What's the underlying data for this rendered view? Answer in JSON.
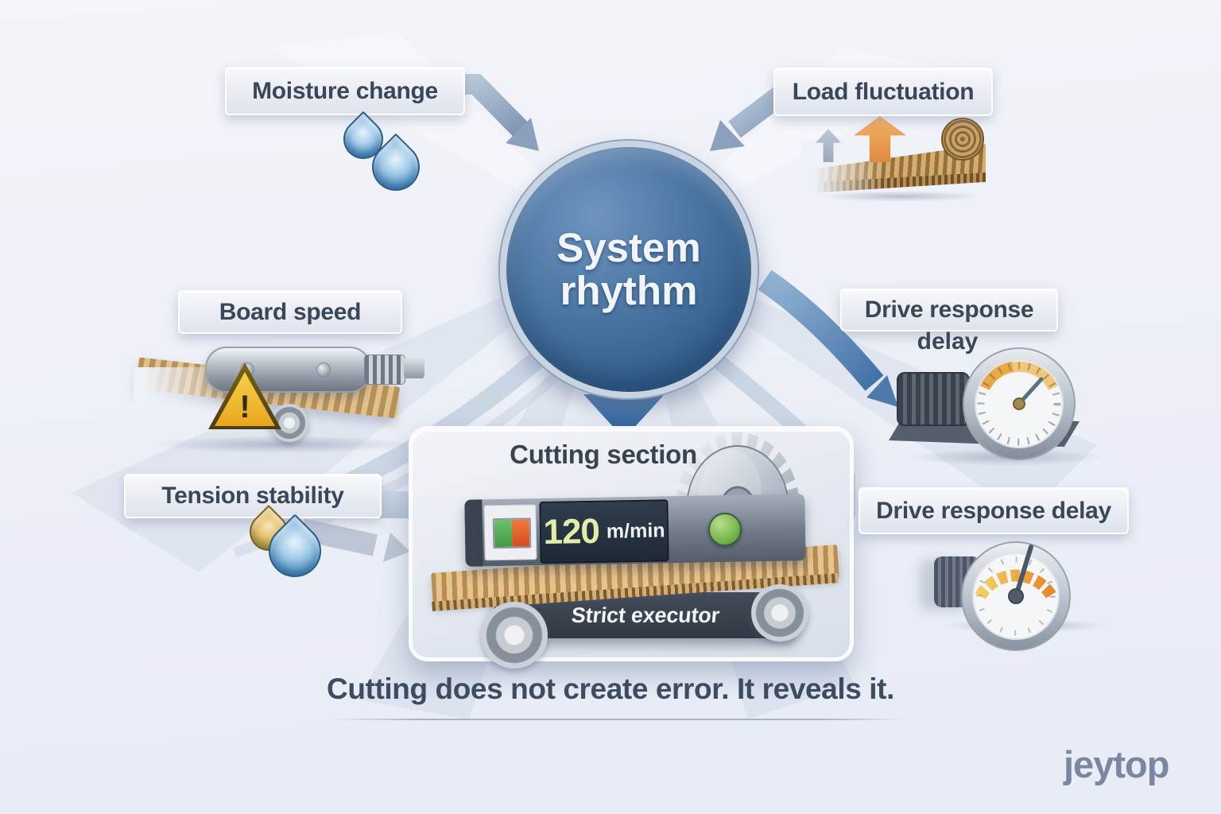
{
  "hub": {
    "line1": "System",
    "line2": "rhythm"
  },
  "factors": {
    "moisture": "Moisture change",
    "load": "Load fluctuation",
    "board_speed": "Board speed",
    "tension": "Tension stability",
    "drive_top_line1": "Drive response",
    "drive_top_line2": "delay",
    "drive_bottom": "Drive response delay"
  },
  "cutting": {
    "title": "Cutting section",
    "display_value": "120",
    "display_unit": "m/min",
    "caption": "Strict executor"
  },
  "icons": {
    "warning_mark": "!"
  },
  "tagline": "Cutting does not create error. It reveals it.",
  "brand": "jeytop",
  "colors": {
    "background": "#edf0f7",
    "hub_blue": "#34608e",
    "arrow_blue": "#2e639e",
    "display_green": "#e3edaa",
    "led_green": "#76b74e",
    "toggle_green": "#4fae52",
    "toggle_orange": "#e05a2b",
    "warning_yellow": "#f2b62c",
    "gauge_orange": "#e8862a",
    "board_tan": "#c59a5f"
  }
}
